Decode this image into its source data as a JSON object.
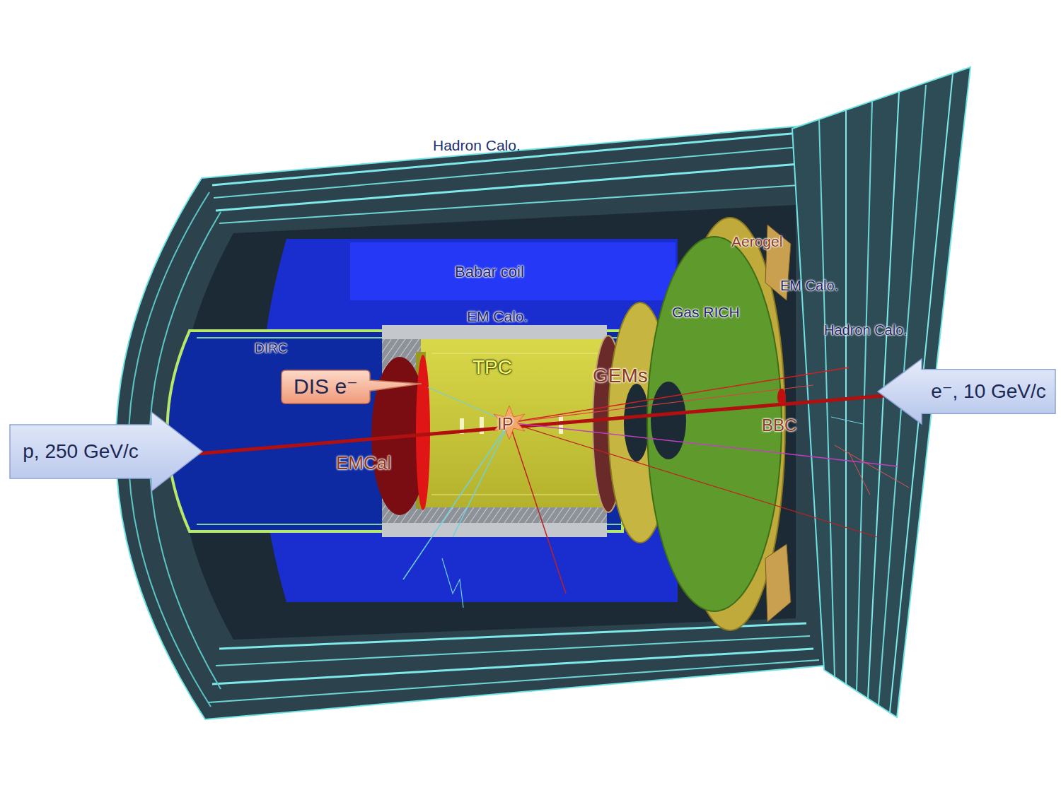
{
  "diagram": {
    "nodes": [
      {
        "text": [
          "DIS e⁻"
        ]
      },
      {
        "text": [
          "p, 250 GeV/c"
        ]
      },
      {
        "text": [
          "e⁻, 10 GeV/c"
        ]
      }
    ],
    "labels": [
      "Hadron Calo.",
      "Aerogel",
      "Babar coil",
      "EM Calo.",
      "EM Calo.",
      "Gas RICH",
      "Hadron Calo.",
      "DIRC",
      "TPC",
      "GEMs",
      "IP",
      "BBC",
      "EMCal"
    ]
  }
}
